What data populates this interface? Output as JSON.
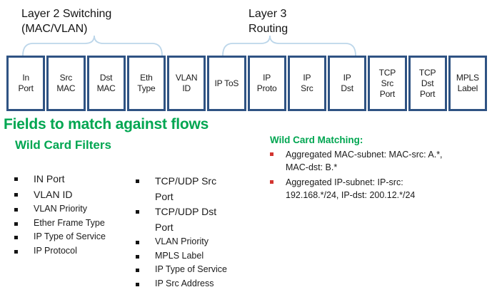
{
  "colors": {
    "box_border": "#2F5383",
    "brace": "#BCD6EA",
    "heading_green": "#00A651",
    "bullet_red": "#D23430",
    "text": "#1A1A1A"
  },
  "header": {
    "layer2": {
      "line1": "Layer 2 Switching",
      "line2": "(MAC/VLAN)"
    },
    "layer3": {
      "line1": "Layer 3",
      "line2": "Routing"
    }
  },
  "fields": [
    {
      "label": "In\nPort"
    },
    {
      "label": "Src\nMAC"
    },
    {
      "label": "Dst\nMAC"
    },
    {
      "label": "Eth\nType"
    },
    {
      "label": "VLAN\nID"
    },
    {
      "label": "IP ToS"
    },
    {
      "label": "IP\nProto"
    },
    {
      "label": "IP\nSrc"
    },
    {
      "label": "IP\nDst"
    },
    {
      "label": "TCP\nSrc\nPort"
    },
    {
      "label": "TCP\nDst\nPort"
    },
    {
      "label": "MPLS\nLabel"
    }
  ],
  "headings": {
    "main": "Fields to match against flows",
    "wildcard_filters": "Wild Card Filters",
    "wildcard_matching": "Wild Card Matching:"
  },
  "lists": {
    "left": [
      "IN Port",
      "VLAN ID",
      "VLAN Priority",
      "Ether Frame Type",
      "IP Type of Service",
      "IP Protocol"
    ],
    "middle": [
      "TCP/UDP Src\nPort",
      "TCP/UDP Dst\nPort",
      "VLAN Priority",
      "MPLS Label",
      "IP Type of Service",
      "IP Src Address"
    ],
    "matching": [
      "Aggregated MAC-subnet: MAC-src: A.*,\nMAC-dst: B.*",
      "Aggregated IP-subnet: IP-src:\n192.168.*/24, IP-dst: 200.12.*/24"
    ]
  }
}
